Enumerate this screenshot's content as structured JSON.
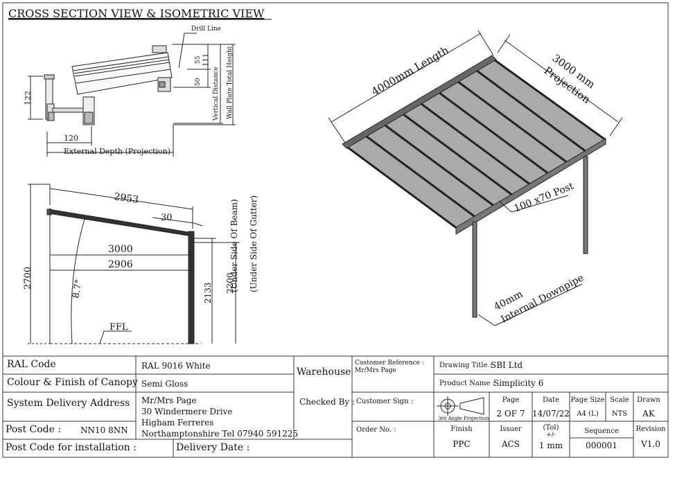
{
  "title": "CROSS SECTION VIEW & ISOMETRIC VIEW",
  "cross_section": {
    "drill_line": "Drill Line",
    "dim_55": "55",
    "dim_111": "111",
    "dim_50": "50",
    "dim_122": "122",
    "dim_120": "120",
    "vertical_distance": "Vertical Distance",
    "wall_plate_height": "Wall Plate Total Height",
    "external_depth": "External Depth (Projection)"
  },
  "side_view": {
    "dim_2953": "2953",
    "dim_30": "30",
    "dim_3000": "3000",
    "dim_2906": "2906",
    "dim_2700": "2700",
    "angle": "8.7°",
    "ffl": "FFL",
    "beam_height": "2133",
    "beam_label": "(Under Side Of Beam)",
    "gutter_height": "2200",
    "gutter_label": "(Under Side Of Gutter)"
  },
  "isometric": {
    "length": "4000mm Length",
    "projection_value": "3000 mm",
    "projection_label": "Projection",
    "post": "100 x70 Post",
    "downpipe_size": "40mm",
    "downpipe_label": "Internal Downpipe"
  },
  "title_block": {
    "ral_label": "RAL Code",
    "ral_value": "RAL 9016 White",
    "colour_label": "Colour & Finish of Canopy",
    "colour_value": "Semi Gloss",
    "delivery_label": "System Delivery Address",
    "address_lines": [
      "Mr/Mrs Page",
      "30 Windermere Drive",
      "Higham Ferreres",
      "Northamptonshire  Tel 07940 591225"
    ],
    "postcode_label": "Post Code :",
    "postcode_value": "NN10 8NN",
    "install_label": "Post Code for installation :",
    "delivery_date_label": "Delivery Date :",
    "warehouse_label": "Warehouse",
    "checked_label": "Checked By :",
    "customer_ref_label": "Customer Reference :",
    "customer_ref_value": "Mr/Mrs Page",
    "customer_sign_label": "Customer Sign :",
    "order_no_label": "Order No. :",
    "drawing_title_label": "Drawing Title :",
    "drawing_title_value": "SBI Ltd",
    "product_label": "Product Name :",
    "product_value": "Simplicity 6",
    "projection_note": "3rd Angle Projection",
    "page_label": "Page",
    "page_value": "2 OF 7",
    "date_label": "Date",
    "date_value": "14/07/22",
    "page_size_label": "Page Size",
    "page_size_value": "A4 (L)",
    "scale_label": "Scale",
    "scale_value": "NTS",
    "drawn_label": "Drawn",
    "drawn_value": "AK",
    "finish_label": "Finish",
    "finish_value": "PPC",
    "issuer_label": "Issuer",
    "issuer_value": "ACS",
    "tol_label": "(Tol)",
    "tol_pm": "+/-",
    "tol_value": "1 mm",
    "sequence_label": "Sequence",
    "sequence_value": "000001",
    "revision_label": "Revision",
    "revision_value": "V1.0"
  }
}
